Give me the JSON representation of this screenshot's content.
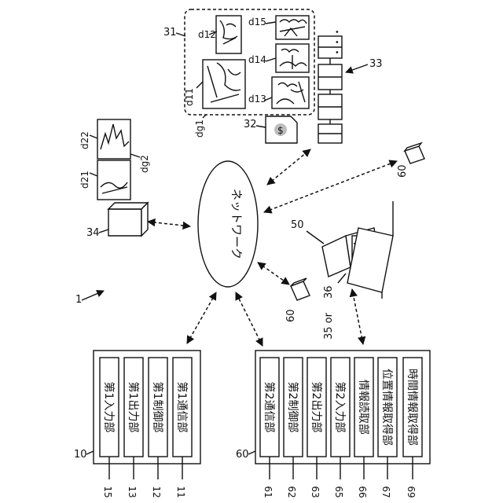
{
  "system_ref": "1",
  "network_label": "ネットワーク",
  "server": {
    "ref": "10",
    "blocks": [
      {
        "ref": "15",
        "label": "第1入力部"
      },
      {
        "ref": "13",
        "label": "第1出力部"
      },
      {
        "ref": "12",
        "label": "第1制御部"
      },
      {
        "ref": "11",
        "label": "第1通信部"
      }
    ]
  },
  "terminal": {
    "ref": "60",
    "blocks": [
      {
        "ref": "61",
        "label": "第2通信部"
      },
      {
        "ref": "62",
        "label": "第2制御部"
      },
      {
        "ref": "63",
        "label": "第2出力部"
      },
      {
        "ref": "65",
        "label": "第2入力部"
      },
      {
        "ref": "66",
        "label": "情報読取部"
      },
      {
        "ref": "67",
        "label": "位置情報取得部"
      },
      {
        "ref": "69",
        "label": "時間情報取得部"
      }
    ]
  },
  "labels": {
    "ref_31": "31",
    "d12": "d12",
    "d11": "d11",
    "d15": "d15",
    "d14": "d14",
    "d13": "d13",
    "dg1": "dg1",
    "ref_32": "32",
    "ref_33": "33",
    "d22": "d22",
    "d21": "d21",
    "dg2": "dg2",
    "ref_34": "34",
    "ref_50": "50",
    "ref_60_top": "60",
    "ref_60_mid": "60",
    "ref_36": "36",
    "ref_35_or": "35 or",
    "ellipsis": "・・・",
    "coin": "$"
  }
}
